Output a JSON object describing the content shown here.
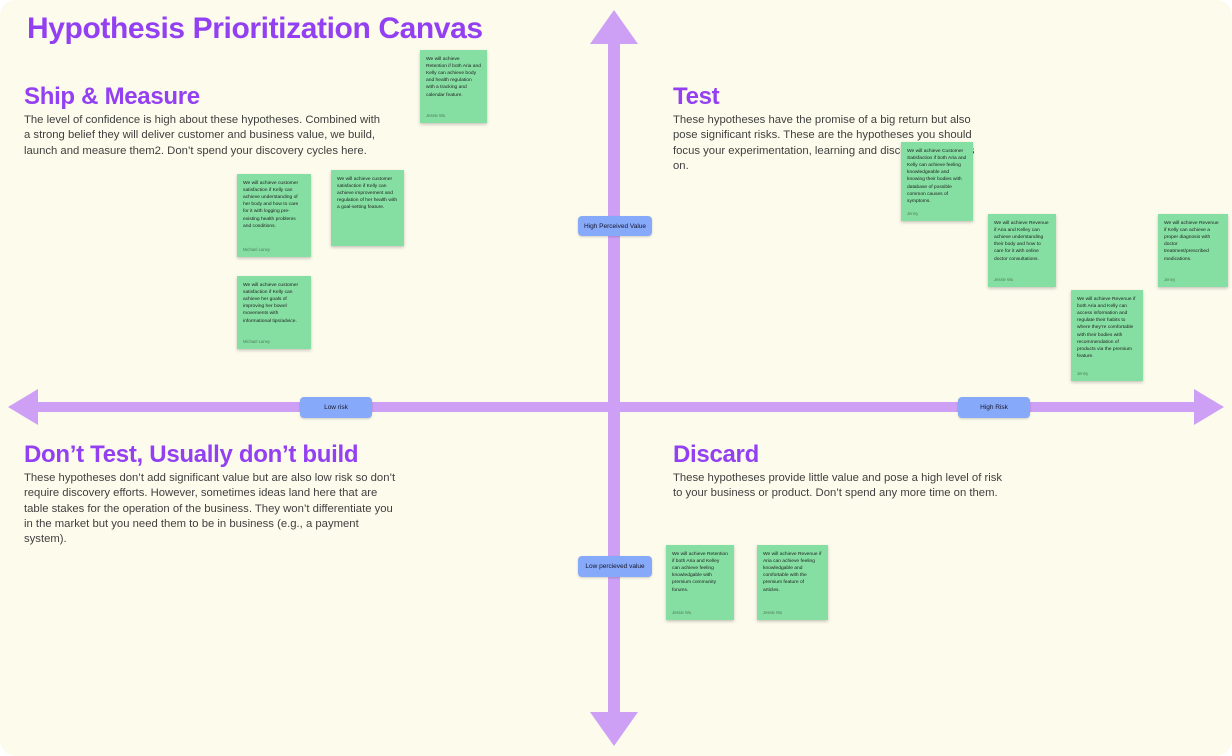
{
  "canvas": {
    "title": "Hypothesis Prioritization Canvas"
  },
  "quadrants": {
    "ship_measure": {
      "title": "Ship & Measure",
      "description": "The level of confidence is high about these hypotheses. Combined with a strong belief they will deliver customer and business value, we build, launch and measure them2. Don’t spend your discovery cycles here."
    },
    "test": {
      "title": "Test",
      "description": "These hypotheses have the promise of a big return but also pose significant risks. These are the hypotheses you should focus your experimentation, learning and discovery activities on."
    },
    "dont_test": {
      "title": "Don’t Test, Usually don’t build",
      "description": "These hypotheses don’t add significant value but are also low risk so don’t require discovery efforts. However, sometimes ideas land here that are table stakes for the operation of the business. They won’t differentiate you in the market but you need them to be in business (e.g., a payment system)."
    },
    "discard": {
      "title": "Discard",
      "description": "These hypotheses provide little value and pose a high level of risk to your business or product. Don’t spend any more time on them."
    }
  },
  "axis_labels": {
    "top": "High Perceived Value",
    "left": "Low risk",
    "right": "High Risk",
    "bottom": "Low percieved value"
  },
  "colors": {
    "background": "#FDFBEC",
    "heading_purple": "#9340F2",
    "axis_purple": "#CDA0F5",
    "sticky_green": "#86DFA2",
    "label_blue": "#87A9F9"
  },
  "stickies": [
    {
      "text": "We will achieve Retention if both Aria and Kelly can achieve body and health regulation with a tracking and calendar feature.",
      "author": "Jessie Wu"
    },
    {
      "text": "We will achieve customer satisfaction if Kelly can achieve understanding of her body and how to care for it with logging pre-existing health problems and conditions.",
      "author": "Michael Laney"
    },
    {
      "text": "We will achieve customer satisfaction if Kelly can achieve improvement and regulation of her health with a goal-setting feature.",
      "author": ""
    },
    {
      "text": "We will achieve customer satisfaction if Kelly can achieve her goals of improving her bowel movements with informational tips/advice.",
      "author": "Michael Laney"
    },
    {
      "text": "We will achieve Customer Satisfaction if both Aria and Kelly can achieve feeling knowledgeable and knowing their bodies with database of possible common causes of symptoms.",
      "author": "Jenny"
    },
    {
      "text": "We will achieve Revenue if Aria and Kelley can achieve understanding their body and how to care for it with online doctor consultations.",
      "author": "Jessie Wu"
    },
    {
      "text": "We will achieve Revenue if Kelly can achieve a proper diagnosis with doctor treatment/prescribed medications.",
      "author": "Jenny"
    },
    {
      "text": "We will achieve Revenue if both Aria and Kelly can access information and regulate their habits to where they’re comfortable with their bodies with recommendation of products via the premium feature.",
      "author": "Jenny"
    },
    {
      "text": "We will achieve Retention if both Aria and Kelley can achieve feeling knowledgable with premium community forums.",
      "author": "Jessie Wu"
    },
    {
      "text": "We will achieve Revenue if Aria can achieve feeling knowledgable and comfortable with the premium feature of articles.",
      "author": "Jessie Wu"
    }
  ]
}
